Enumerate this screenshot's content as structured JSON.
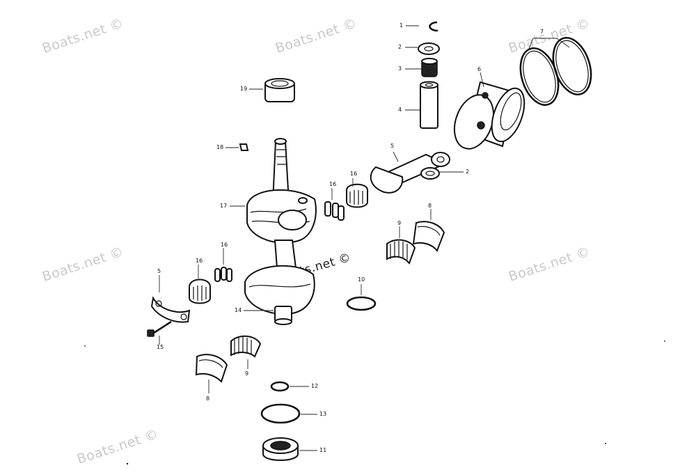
{
  "watermarks": {
    "items": [
      "Boats.net ©",
      "Boats.net ©",
      "Boats.net ©",
      "Boats.net ©",
      "Boats.net ©",
      "Boats.net ©"
    ],
    "center": "Boats.net ©"
  },
  "callouts": [
    "1",
    "2",
    "3",
    "4",
    "6",
    "7",
    "2",
    "5",
    "19",
    "18",
    "16",
    "16",
    "17",
    "8",
    "9",
    "16",
    "16",
    "5",
    "10",
    "14",
    "15",
    "9",
    "8",
    "12",
    "13",
    "11"
  ]
}
